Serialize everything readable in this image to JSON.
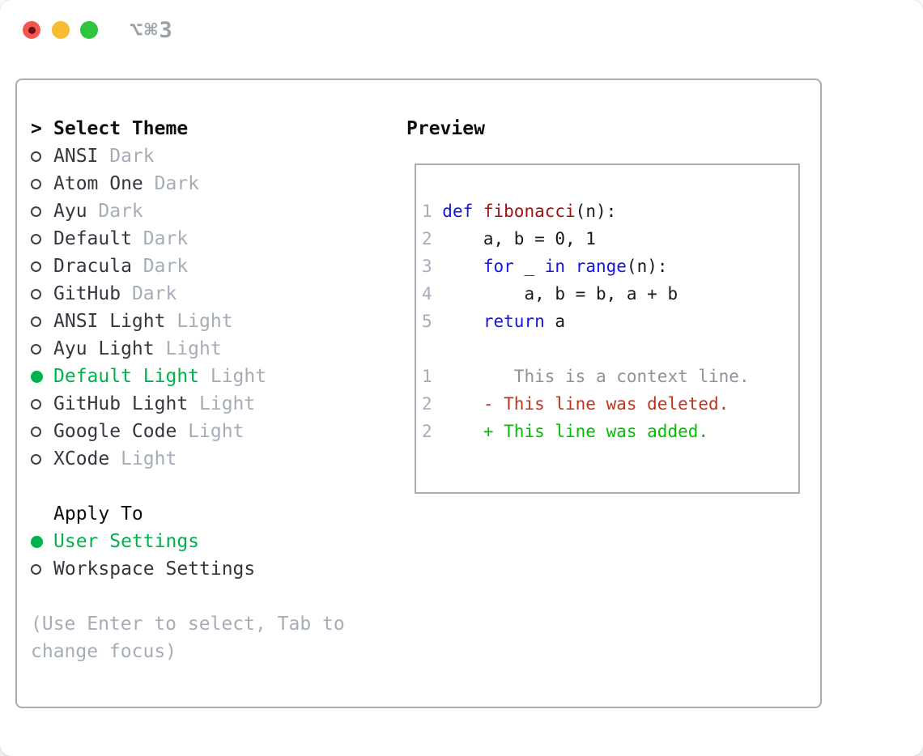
{
  "titlebar": {
    "shortcut": "⌥⌘3"
  },
  "theme_selector": {
    "header": {
      "marker": ">",
      "label": "Select Theme"
    },
    "items": [
      {
        "name": "ANSI",
        "tag": "Dark",
        "selected": false
      },
      {
        "name": "Atom One",
        "tag": "Dark",
        "selected": false
      },
      {
        "name": "Ayu",
        "tag": "Dark",
        "selected": false
      },
      {
        "name": "Default",
        "tag": "Dark",
        "selected": false
      },
      {
        "name": "Dracula",
        "tag": "Dark",
        "selected": false
      },
      {
        "name": "GitHub",
        "tag": "Dark",
        "selected": false
      },
      {
        "name": "ANSI Light",
        "tag": "Light",
        "selected": false
      },
      {
        "name": "Ayu Light",
        "tag": "Light",
        "selected": false
      },
      {
        "name": "Default Light",
        "tag": "Light",
        "selected": true
      },
      {
        "name": "GitHub Light",
        "tag": "Light",
        "selected": false
      },
      {
        "name": "Google Code",
        "tag": "Light",
        "selected": false
      },
      {
        "name": "XCode",
        "tag": "Light",
        "selected": false
      }
    ],
    "apply_to": {
      "header": "Apply To",
      "options": [
        {
          "name": "User Settings",
          "selected": true
        },
        {
          "name": "Workspace Settings",
          "selected": false
        }
      ]
    },
    "hint_lines": [
      "(Use Enter to select, Tab to",
      "change focus)"
    ]
  },
  "preview": {
    "title": "Preview",
    "code_lines": [
      [
        {
          "t": "1 ",
          "c": "ln"
        },
        {
          "t": "def ",
          "c": "kw"
        },
        {
          "t": "fibonacci",
          "c": "fn"
        },
        {
          "t": "(n):",
          "c": "pl"
        }
      ],
      [
        {
          "t": "2 ",
          "c": "ln"
        },
        {
          "t": "    a, b = 0, 1",
          "c": "pl"
        }
      ],
      [
        {
          "t": "3 ",
          "c": "ln"
        },
        {
          "t": "    ",
          "c": "pl"
        },
        {
          "t": "for",
          "c": "kw"
        },
        {
          "t": " _ ",
          "c": "pl"
        },
        {
          "t": "in",
          "c": "kw"
        },
        {
          "t": " ",
          "c": "pl"
        },
        {
          "t": "range",
          "c": "kw"
        },
        {
          "t": "(n):",
          "c": "pl"
        }
      ],
      [
        {
          "t": "4 ",
          "c": "ln"
        },
        {
          "t": "        a, b = b, a + b",
          "c": "pl"
        }
      ],
      [
        {
          "t": "5 ",
          "c": "ln"
        },
        {
          "t": "    ",
          "c": "pl"
        },
        {
          "t": "return",
          "c": "kw"
        },
        {
          "t": " a",
          "c": "pl"
        }
      ],
      [],
      [
        {
          "t": "1",
          "c": "ln"
        },
        {
          "t": "        This is a context line.",
          "c": "ctx"
        }
      ],
      [
        {
          "t": "2",
          "c": "ln"
        },
        {
          "t": "     ",
          "c": "pl"
        },
        {
          "t": "- This line was deleted.",
          "c": "del"
        }
      ],
      [
        {
          "t": "2",
          "c": "ln"
        },
        {
          "t": "     ",
          "c": "pl"
        },
        {
          "t": "+ This line was added.",
          "c": "add"
        }
      ]
    ]
  },
  "colors": {
    "accent_green": "#00b24b",
    "keyword_blue": "#1414e6",
    "function_red": "#a31212",
    "deleted_red": "#c2331c",
    "added_green": "#00c000",
    "context_gray": "#8d939c",
    "muted_gray": "#a6adb8",
    "text_dark": "#33373f",
    "heading_black": "#0b0d11",
    "border_gray": "#a7aeb8",
    "traffic_close": "#f4574f",
    "traffic_close_dot": "#6d1210",
    "traffic_minimize": "#f7bc30",
    "traffic_zoom": "#2ec63e",
    "shortcut_gray": "#9aa1a9"
  }
}
